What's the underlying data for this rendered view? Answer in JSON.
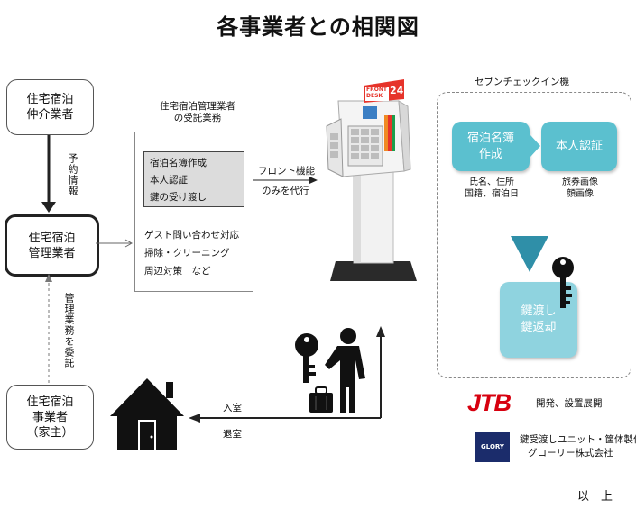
{
  "title": "各事業者との相関図",
  "boxes": {
    "intermediary": "住宅宿泊\n仲介業者",
    "manager": "住宅宿泊\n管理業者",
    "owner": "住宅宿泊\n事業者\n（家主）"
  },
  "vertical_labels": {
    "reservation": "予約情報",
    "entrust": "管理業務を委託"
  },
  "services": {
    "title": "住宅宿泊管理業者\nの受託業務",
    "inner": [
      "宿泊名簿作成",
      "本人認証",
      "鍵の受け渡し"
    ],
    "outer": [
      "ゲスト問い合わせ対応",
      "掃除・クリーニング",
      "周辺対策　など"
    ]
  },
  "front_label": {
    "line1": "フロント機能",
    "line2": "のみを代行"
  },
  "kiosk": {
    "sign_line1": "FRONT",
    "sign_line2": "DESK",
    "sign_num": "24"
  },
  "seven_checkin": {
    "title": "セブンチェックイン機",
    "step1": "宿泊名簿\n作成",
    "step2": "本人認証",
    "step3": "鍵渡し\n鍵返却",
    "cap1": "氏名、住所\n国籍、宿泊日",
    "cap2": "旅券画像\n顔画像"
  },
  "flow": {
    "checkin": "入室",
    "checkout": "退室"
  },
  "companies": {
    "jtb_logo": "JTB",
    "jtb_desc": "開発、設置展開",
    "glory_logo": "GLORY",
    "glory_desc1": "鍵受渡しユニット・筐体製作",
    "glory_desc2": "グローリー株式会社"
  },
  "footer": "以　上",
  "colors": {
    "teal": "#5bc0cf",
    "teal_light": "#8fd3df",
    "jtb_red": "#d7000f",
    "glory_navy": "#1b2c6b"
  }
}
